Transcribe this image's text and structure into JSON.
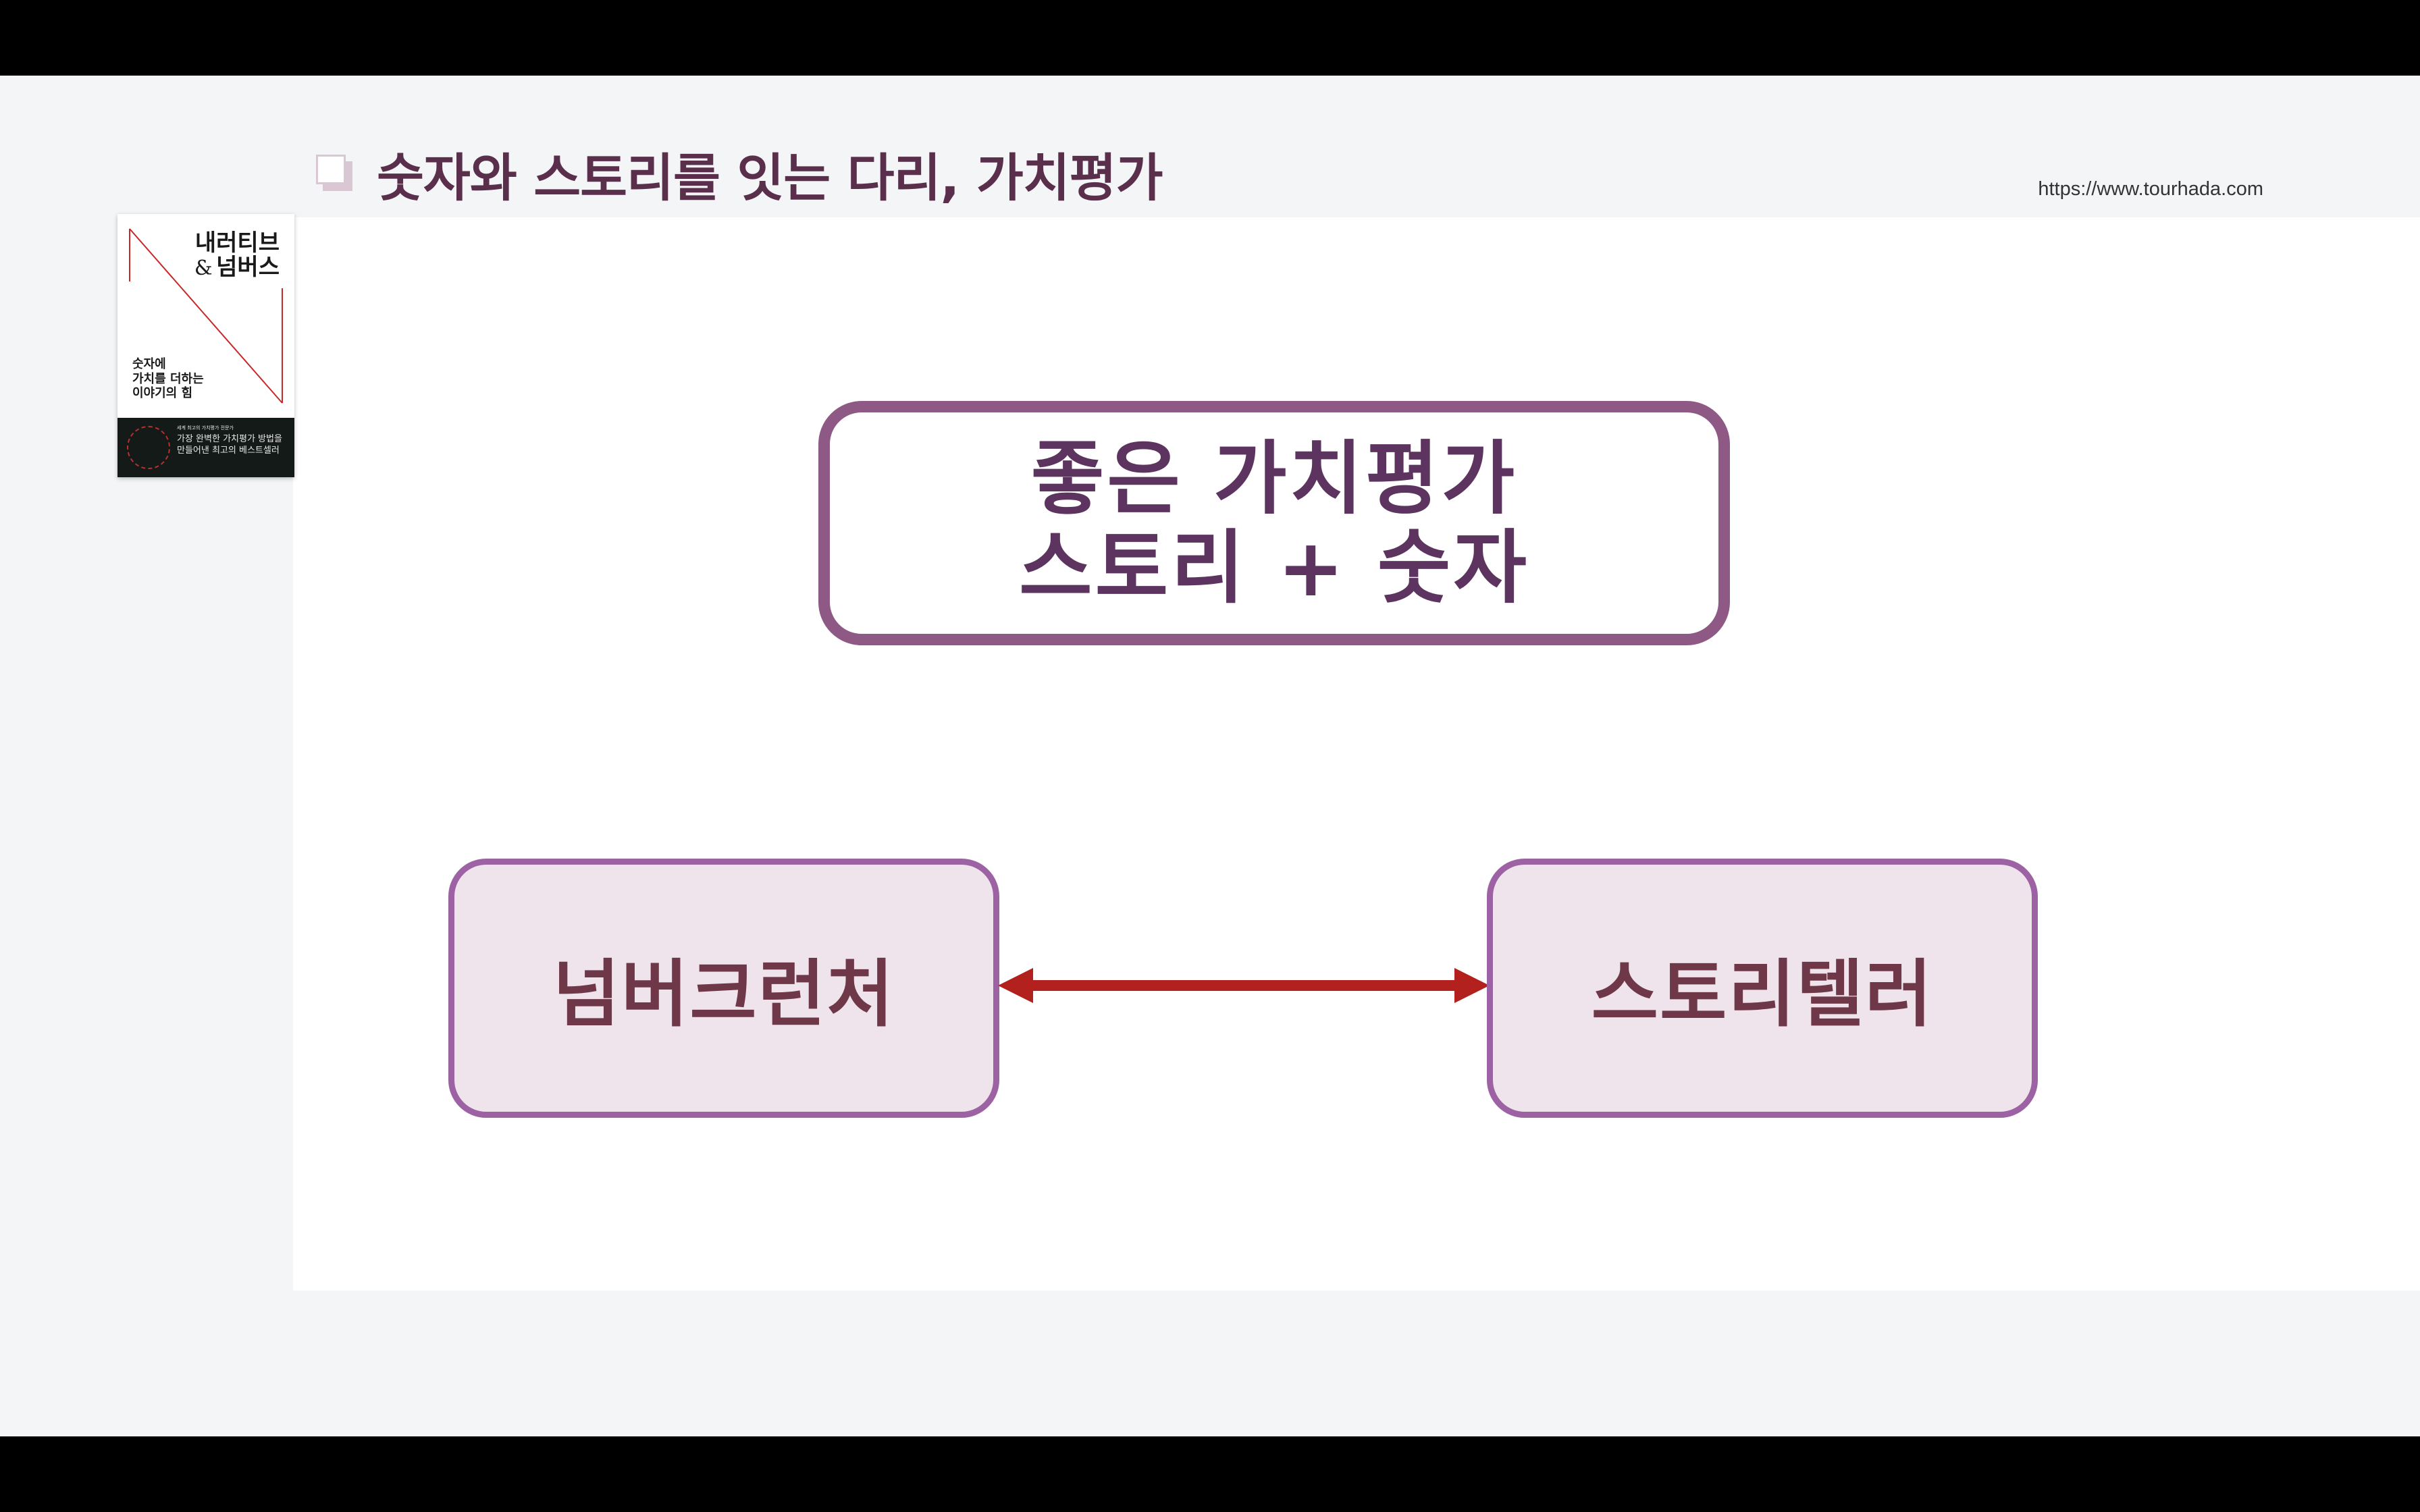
{
  "slide": {
    "title": "숫자와 스토리를 잇는 다리, 가치평가",
    "source_url": "https://www.tourhada.com"
  },
  "book_cover": {
    "title_line1": "내러티브",
    "title_amp": "&",
    "title_line2": "넘버스",
    "subtitle_line1": "숫자에",
    "subtitle_line2": "가치를 더하는",
    "subtitle_line3": "이야기의 힘",
    "band_small": "세계 최고의 가치평가 전문가",
    "band_line1": "가장 완벽한 가치평가 방법을",
    "band_line2": "만들어낸 최고의 베스트셀러"
  },
  "diagram": {
    "top_box": {
      "line1": "좋은 가치평가",
      "line2": "스토리 + 숫자"
    },
    "left_box": {
      "label": "넘버크런처"
    },
    "right_box": {
      "label": "스토리텔러"
    }
  },
  "colors": {
    "title": "#5a2f4c",
    "top_border": "#8e5a85",
    "side_border": "#9d62a4",
    "side_fill": "#efe3ec",
    "arrow": "#b3211e"
  }
}
